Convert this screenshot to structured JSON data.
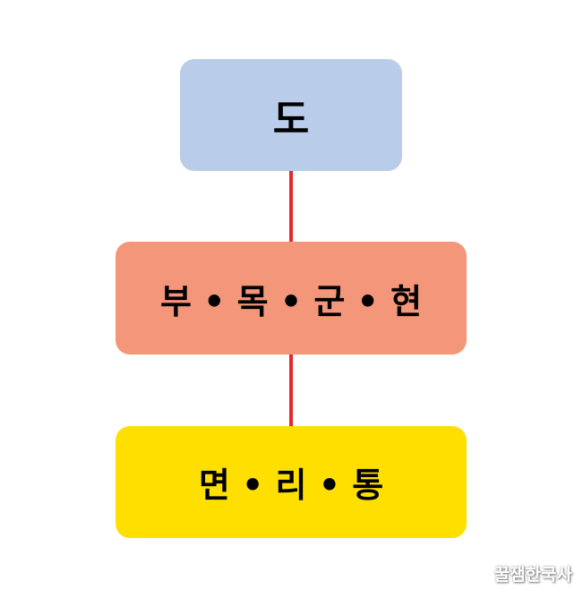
{
  "nodes": [
    {
      "label": "도",
      "color": "#B9CCEA"
    },
    {
      "label": "부 • 목 • 군 • 현",
      "color": "#F4967A"
    },
    {
      "label": "면 • 리 • 통",
      "color": "#FFDF00"
    }
  ],
  "connector_color": "#E8262B",
  "watermark": "꿀잼한국사"
}
